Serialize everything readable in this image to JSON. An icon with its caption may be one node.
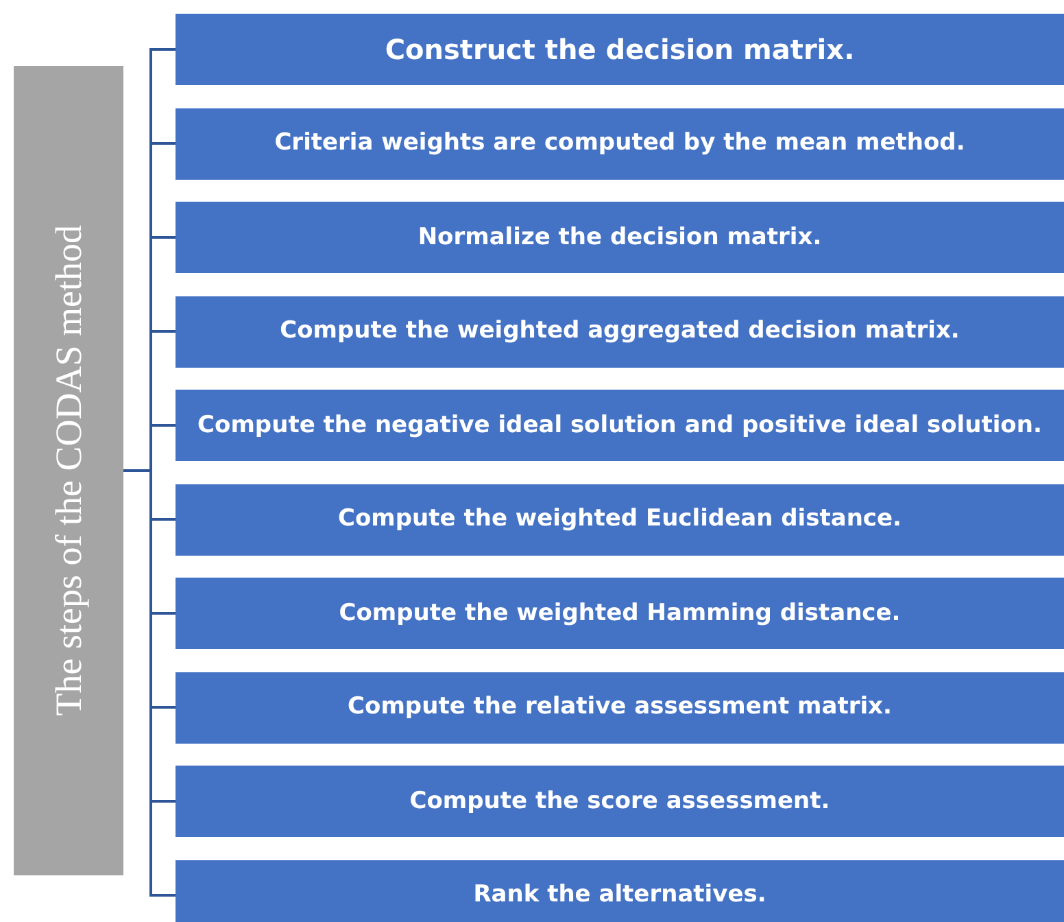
{
  "diagram": {
    "nodes": [
      {
        "text": [
          "The steps of the CODAS method"
        ]
      },
      {
        "text": [
          "Construct the decision matrix."
        ]
      },
      {
        "text": [
          "Criteria weights are computed by the mean method."
        ]
      },
      {
        "text": [
          "Normalize the decision matrix."
        ]
      },
      {
        "text": [
          "Compute the weighted aggregated decision matrix."
        ]
      },
      {
        "text": [
          "Compute the negative ideal solution and positive ideal solution."
        ]
      },
      {
        "text": [
          "Compute the weighted Euclidean distance."
        ]
      },
      {
        "text": [
          "Compute the weighted Hamming distance."
        ]
      },
      {
        "text": [
          "Compute the relative assessment matrix."
        ]
      },
      {
        "text": [
          "Compute the score assessment."
        ]
      },
      {
        "text": [
          "Rank the alternatives."
        ]
      }
    ],
    "edges": [
      {
        "from": 0,
        "to": 1,
        "arrow": "none"
      },
      {
        "from": 0,
        "to": 2,
        "arrow": "none"
      },
      {
        "from": 0,
        "to": 3,
        "arrow": "none"
      },
      {
        "from": 0,
        "to": 4,
        "arrow": "none"
      },
      {
        "from": 0,
        "to": 5,
        "arrow": "none"
      },
      {
        "from": 0,
        "to": 6,
        "arrow": "none"
      },
      {
        "from": 0,
        "to": 7,
        "arrow": "none"
      },
      {
        "from": 0,
        "to": 8,
        "arrow": "none"
      },
      {
        "from": 0,
        "to": 9,
        "arrow": "none"
      },
      {
        "from": 0,
        "to": 10,
        "arrow": "none"
      }
    ]
  }
}
